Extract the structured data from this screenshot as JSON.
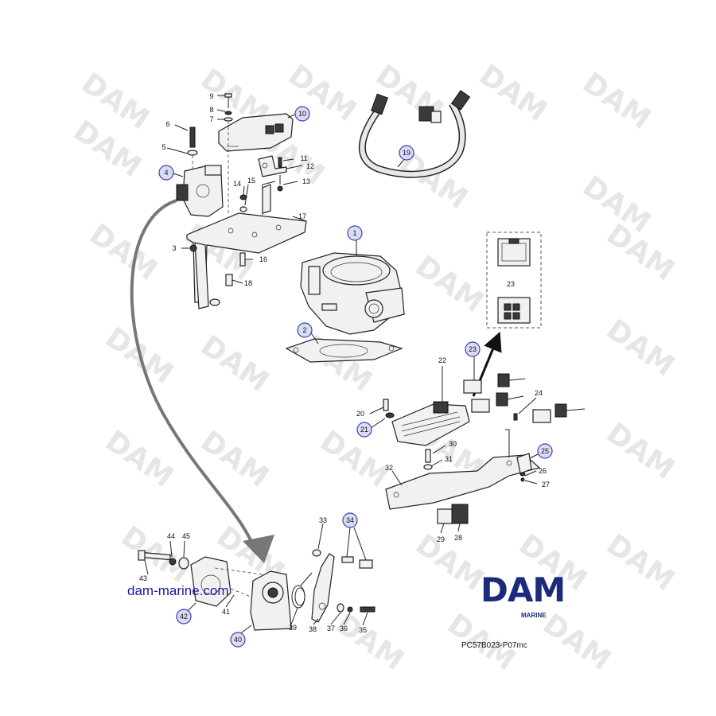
{
  "watermark": {
    "text": "DAM"
  },
  "website": "dam-marine.com",
  "reference_code": "PC57B023-P07mc",
  "logo": {
    "main": "DAM",
    "sub": "MARINE",
    "color": "#1b2a7a"
  },
  "circled_color": "#3b3fae",
  "callouts": {
    "c1": "1",
    "c2": "2",
    "c3": "3",
    "c4": "4",
    "c5": "5",
    "c6": "6",
    "c7": "7",
    "c8": "8",
    "c9": "9",
    "c10": "10",
    "c11": "11",
    "c12": "12",
    "c13": "13",
    "c14": "14",
    "c15": "15",
    "c16": "16",
    "c17": "17",
    "c18": "18",
    "c19": "19",
    "c20": "20",
    "c21": "21",
    "c22": "22",
    "c23": "23",
    "c23b": "23",
    "c24": "24",
    "c25": "25",
    "c26": "26",
    "c27": "27",
    "c28": "28",
    "c29": "29",
    "c30": "30",
    "c31": "31",
    "c32": "32",
    "c33": "33",
    "c34": "34",
    "c35": "35",
    "c36": "36",
    "c37": "37",
    "c38": "38",
    "c39": "39",
    "c40": "40",
    "c41": "41",
    "c42": "42",
    "c43": "43",
    "c44": "44",
    "c45": "45"
  }
}
